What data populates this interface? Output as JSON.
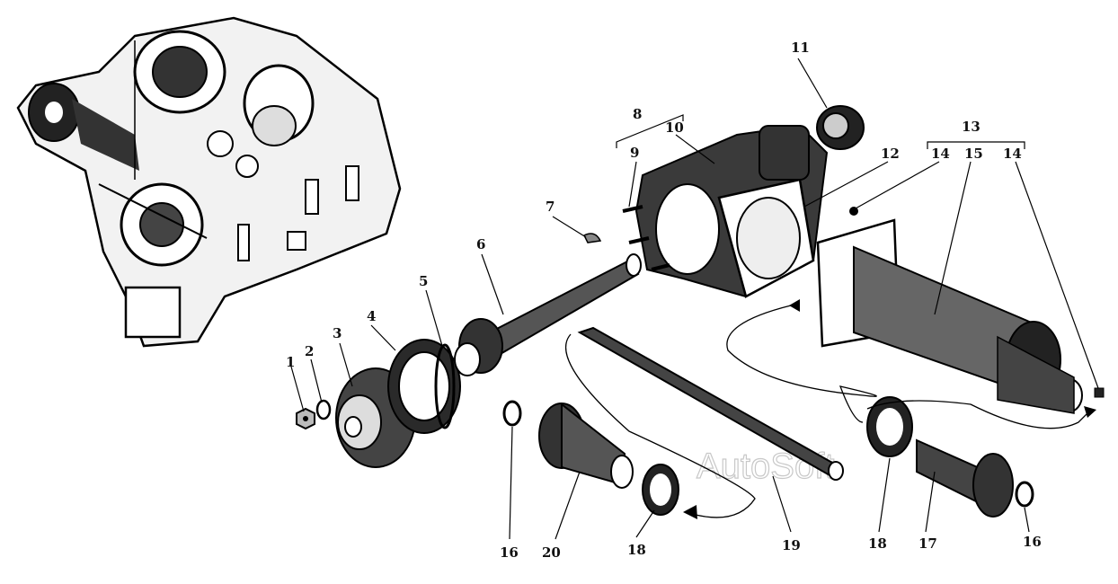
{
  "labels": {
    "l1": "1",
    "l2": "2",
    "l3": "3",
    "l4": "4",
    "l5": "5",
    "l6": "6",
    "l7": "7",
    "l8": "8",
    "l9": "9",
    "l10": "10",
    "l11": "11",
    "l12": "12",
    "l13": "13",
    "l14a": "14",
    "l15": "15",
    "l14b": "14",
    "l16a": "16",
    "l20": "20",
    "l18a": "18",
    "l19": "19",
    "l18b": "18",
    "l17": "17",
    "l16b": "16"
  },
  "watermark": "AutoSoft"
}
